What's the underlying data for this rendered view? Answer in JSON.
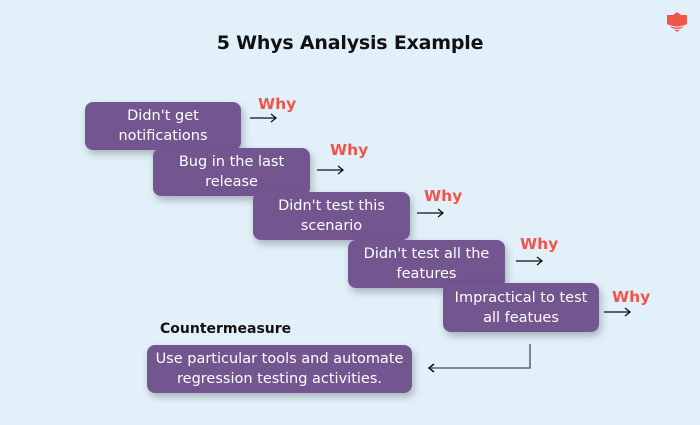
{
  "title": "5 Whys Analysis Example",
  "logo": {
    "icon": "brand-logo-icon",
    "color": "#f0554c"
  },
  "colors": {
    "box": "#735690",
    "why": "#f0554c",
    "background": "#e2f1f9"
  },
  "steps": [
    {
      "text": "Didn't get notifications",
      "line1": "Didn't get",
      "line2": "notifications",
      "why": "Why"
    },
    {
      "text": "Bug in the last release",
      "line1": "Bug in the last",
      "line2": "release",
      "why": "Why"
    },
    {
      "text": "Didn't test this scenario",
      "line1": "Didn't test this",
      "line2": "scenario",
      "why": "Why"
    },
    {
      "text": "Didn't test all the features",
      "line1": "Didn't test all the",
      "line2": "features",
      "why": "Why"
    },
    {
      "text": "Impractical to test all featues",
      "line1": "Impractical to test",
      "line2": "all featues",
      "why": "Why"
    }
  ],
  "countermeasure": {
    "label": "Countermeasure",
    "line1": "Use particular tools and automate",
    "line2": "regression testing activities."
  }
}
